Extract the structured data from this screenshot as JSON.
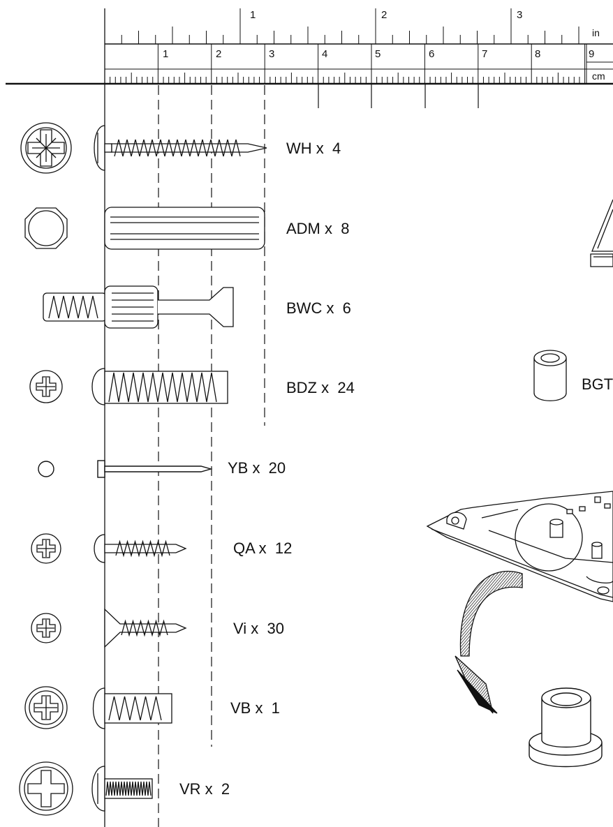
{
  "ruler": {
    "inch_unit": "in",
    "cm_unit": "cm",
    "inch_marks": [
      "1",
      "2",
      "3"
    ],
    "cm_marks": [
      "1",
      "2",
      "3",
      "4",
      "5",
      "6",
      "7",
      "8",
      "9"
    ]
  },
  "parts": [
    {
      "code": "WH",
      "qty": "4",
      "label": "WH x  4",
      "icon": "pozidriv-pan-head-screw"
    },
    {
      "code": "ADM",
      "qty": "8",
      "label": "ADM x  8",
      "icon": "wooden-dowel"
    },
    {
      "code": "BWC",
      "qty": "6",
      "label": "BWC x  6",
      "icon": "cam-lock-bolt"
    },
    {
      "code": "BDZ",
      "qty": "24",
      "label": "BDZ x  24",
      "icon": "euro-screw"
    },
    {
      "code": "YB",
      "qty": "20",
      "label": "YB x  20",
      "icon": "nail"
    },
    {
      "code": "QA",
      "qty": "12",
      "label": "QA x  12",
      "icon": "pan-head-screw"
    },
    {
      "code": "Vi",
      "qty": "30",
      "label": "Vi x  30",
      "icon": "countersunk-screw"
    },
    {
      "code": "VB",
      "qty": "1",
      "label": "VB x  1",
      "icon": "euro-screw-short"
    },
    {
      "code": "VR",
      "qty": "2",
      "label": "VR x  2",
      "icon": "machine-screw"
    }
  ],
  "side_parts": [
    {
      "label": "BGT",
      "icon": "spacer-sleeve"
    }
  ],
  "illustrations": [
    "drawer-runner-bracket",
    "rotate-arrow",
    "plastic-foot"
  ]
}
